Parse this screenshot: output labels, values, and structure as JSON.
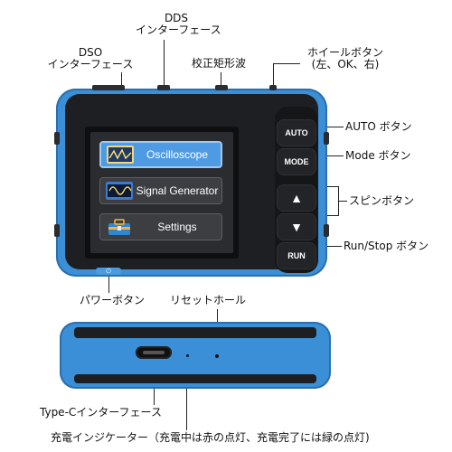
{
  "callouts": {
    "dds": [
      "DDS",
      "インターフェース"
    ],
    "dso": [
      "DSO",
      "インターフェース"
    ],
    "calib": "校正矩形波",
    "wheel": [
      "ホイールボタン",
      "(左、OK、右)"
    ],
    "auto_btn": "AUTO ボタン",
    "mode_btn": "Mode ボタン",
    "spin_btn": "スピンボタン",
    "runstop_btn": "Run/Stop ボタン",
    "power": "パワーボタン",
    "reset": "リセットホール",
    "typec": "Type-Cインターフェース",
    "charge": "充電インジケーター（充電中は赤の点灯、充電完了には緑の点灯)"
  },
  "screen": {
    "menu": [
      {
        "label": "Oscilloscope",
        "icon": "oscilloscope-icon",
        "active": true
      },
      {
        "label": "Signal Generator",
        "icon": "signal-generator-icon",
        "active": false
      },
      {
        "label": "Settings",
        "icon": "toolbox-icon",
        "active": false
      }
    ]
  },
  "side_buttons": {
    "auto": "AUTO",
    "mode": "MODE",
    "up": "▲",
    "down": "▼",
    "run": "RUN"
  },
  "colors": {
    "shell_blue": "#3a8fd6",
    "body_dark": "#1d1f22",
    "active_menu": "#4f9be3"
  }
}
